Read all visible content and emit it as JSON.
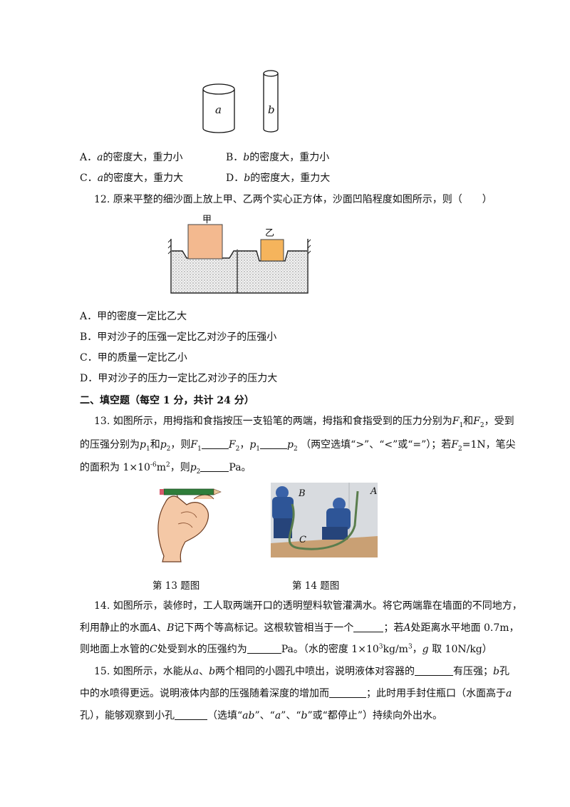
{
  "q11": {
    "cyl_a": "a",
    "cyl_b": "b",
    "A_pre": "A．",
    "A_var": "a",
    "A_txt": "的密度大，重力小",
    "B_pre": "B．",
    "B_var": "b",
    "B_txt": "的密度大，重力小",
    "C_pre": "C．",
    "C_var": "a",
    "C_txt": "的密度大，重力大",
    "D_pre": "D．",
    "D_var": "b",
    "D_txt": "的密度大，重力大"
  },
  "q12": {
    "stem": "12. 原来平整的细沙面上放上甲、乙两个实心正方体，沙面凹陷程度如图所示，则（　　）",
    "label_jia": "甲",
    "label_yi": "乙",
    "A": "A．甲的密度一定比乙大",
    "B": "B．甲对沙子的压强一定比乙对沙子的压强小",
    "C": "C．甲的质量一定比乙小",
    "D": "D．甲对沙子的压力一定比乙对沙子的压力大"
  },
  "section2": {
    "heading": "二、填空题（每空 1 分，共计 24 分）"
  },
  "q13": {
    "l1_a": "13. 如图所示，用拇指和食指按压一支铅笔的两端，拇指和食指受到的压力分别为",
    "l1_F": "F",
    "l1_s1": "1",
    "l1_and": "和",
    "l1_s2": "2",
    "l1_end": "，受到",
    "l2_a": "的压强分别为",
    "l2_p": "p",
    "l2_and": "和",
    "l2_ze": "，则",
    "l2_comma": "，",
    "l2_note": "（两空选填“>”、“<”或“=”）；若",
    "l2_eq": "=1N，笔尖",
    "l3_a": "的面积为 1×10",
    "l3_exp": "-6",
    "l3_b": "m",
    "l3_sq": "2",
    "l3_c": "，则",
    "l3_unit": "Pa。",
    "caption13": "第 13 题图",
    "caption14": "第 14 题图",
    "fig_A": "A",
    "fig_B": "B",
    "fig_C": "C"
  },
  "q14": {
    "l1": "14. 如图所示，装修时，工人取两端开口的透明塑料软管灌满水。将它两端靠在墙面的不同地方，",
    "l2_a": "利用静止的水面",
    "l2_A": "A",
    "l2_sep": "、",
    "l2_B": "B",
    "l2_b": "记下两个等高标记。这根软管相当于一个",
    "l2_c": "；若",
    "l2_A2": "A",
    "l2_d": "处距离水平地面 0.7m，",
    "l3_a": "则地面上水管的",
    "l3_C": "C",
    "l3_b": "处受到水的压强约为",
    "l3_c": "Pa。（水的密度 1×10",
    "l3_exp": "3",
    "l3_d": "kg/m",
    "l3_exp2": "3",
    "l3_e": "，",
    "l3_g": "g",
    "l3_f": "取 10N/kg）"
  },
  "q15": {
    "l1_a": "15. 如图所示，水能从",
    "l1_a_var": "a",
    "l1_sep": "、",
    "l1_b_var": "b",
    "l1_b": "两个相同的小圆孔中喷出，说明液体对容器的",
    "l1_c": "有压强；",
    "l1_b2": "b",
    "l1_d": "孔",
    "l2_a": "中的水喷得更远。说明液体内部的压强随着深度的增加而",
    "l2_b": "；此时用手封住瓶口（水面高于",
    "l2_a_var": "a",
    "l3_a": "孔），能够观察到小孔",
    "l3_b": "（选填“",
    "l3_ab": "ab",
    "l3_c": "”、“",
    "l3_a2": "a",
    "l3_d": "”、“",
    "l3_b2": "b",
    "l3_e": "”或“都停止”）持续向外出水。"
  }
}
